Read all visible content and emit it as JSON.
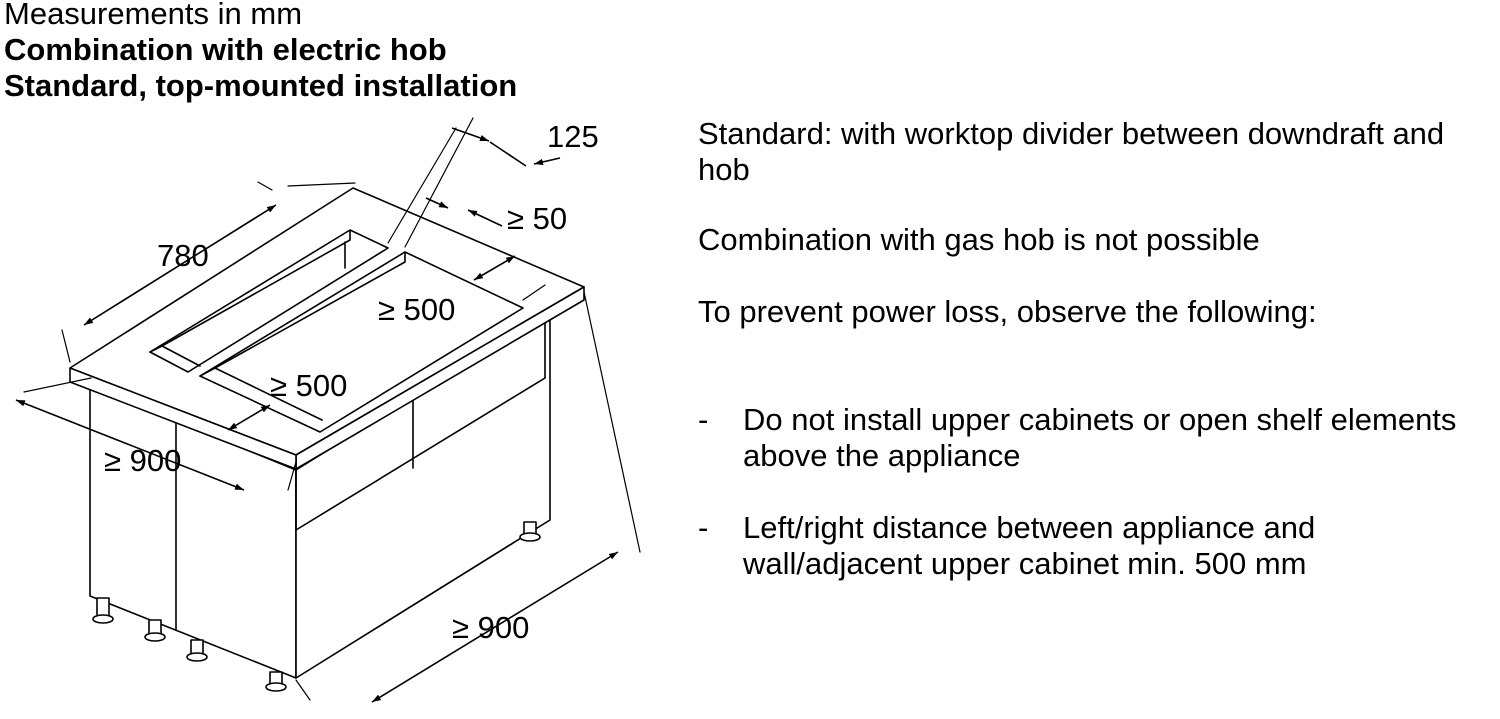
{
  "header": {
    "units": "Measurements in mm",
    "subtitle": "Combination with electric hob",
    "installation": "Standard, top-mounted installation"
  },
  "diagram": {
    "dimensions": {
      "divider_width": "125",
      "hob_gap": "≥ 50",
      "worktop_width": "780",
      "hob_cutout_depth": "≥ 500",
      "hob_cutout_width": "≥ 500",
      "worktop_depth": "≥ 900",
      "cabinet_width": "≥ 900"
    }
  },
  "notes": {
    "standard": "Standard: with worktop divider between downdraft and hob",
    "gas": "Combination with gas hob is not possible",
    "prevent": "To prevent power loss, observe the following:",
    "bullets": [
      {
        "marker": "-",
        "text": "Do not install upper cabinets or open shelf elements above the appliance"
      },
      {
        "marker": "-",
        "text": "Left/right distance between appliance and wall/adjacent upper cabinet min. 500 mm"
      }
    ]
  }
}
